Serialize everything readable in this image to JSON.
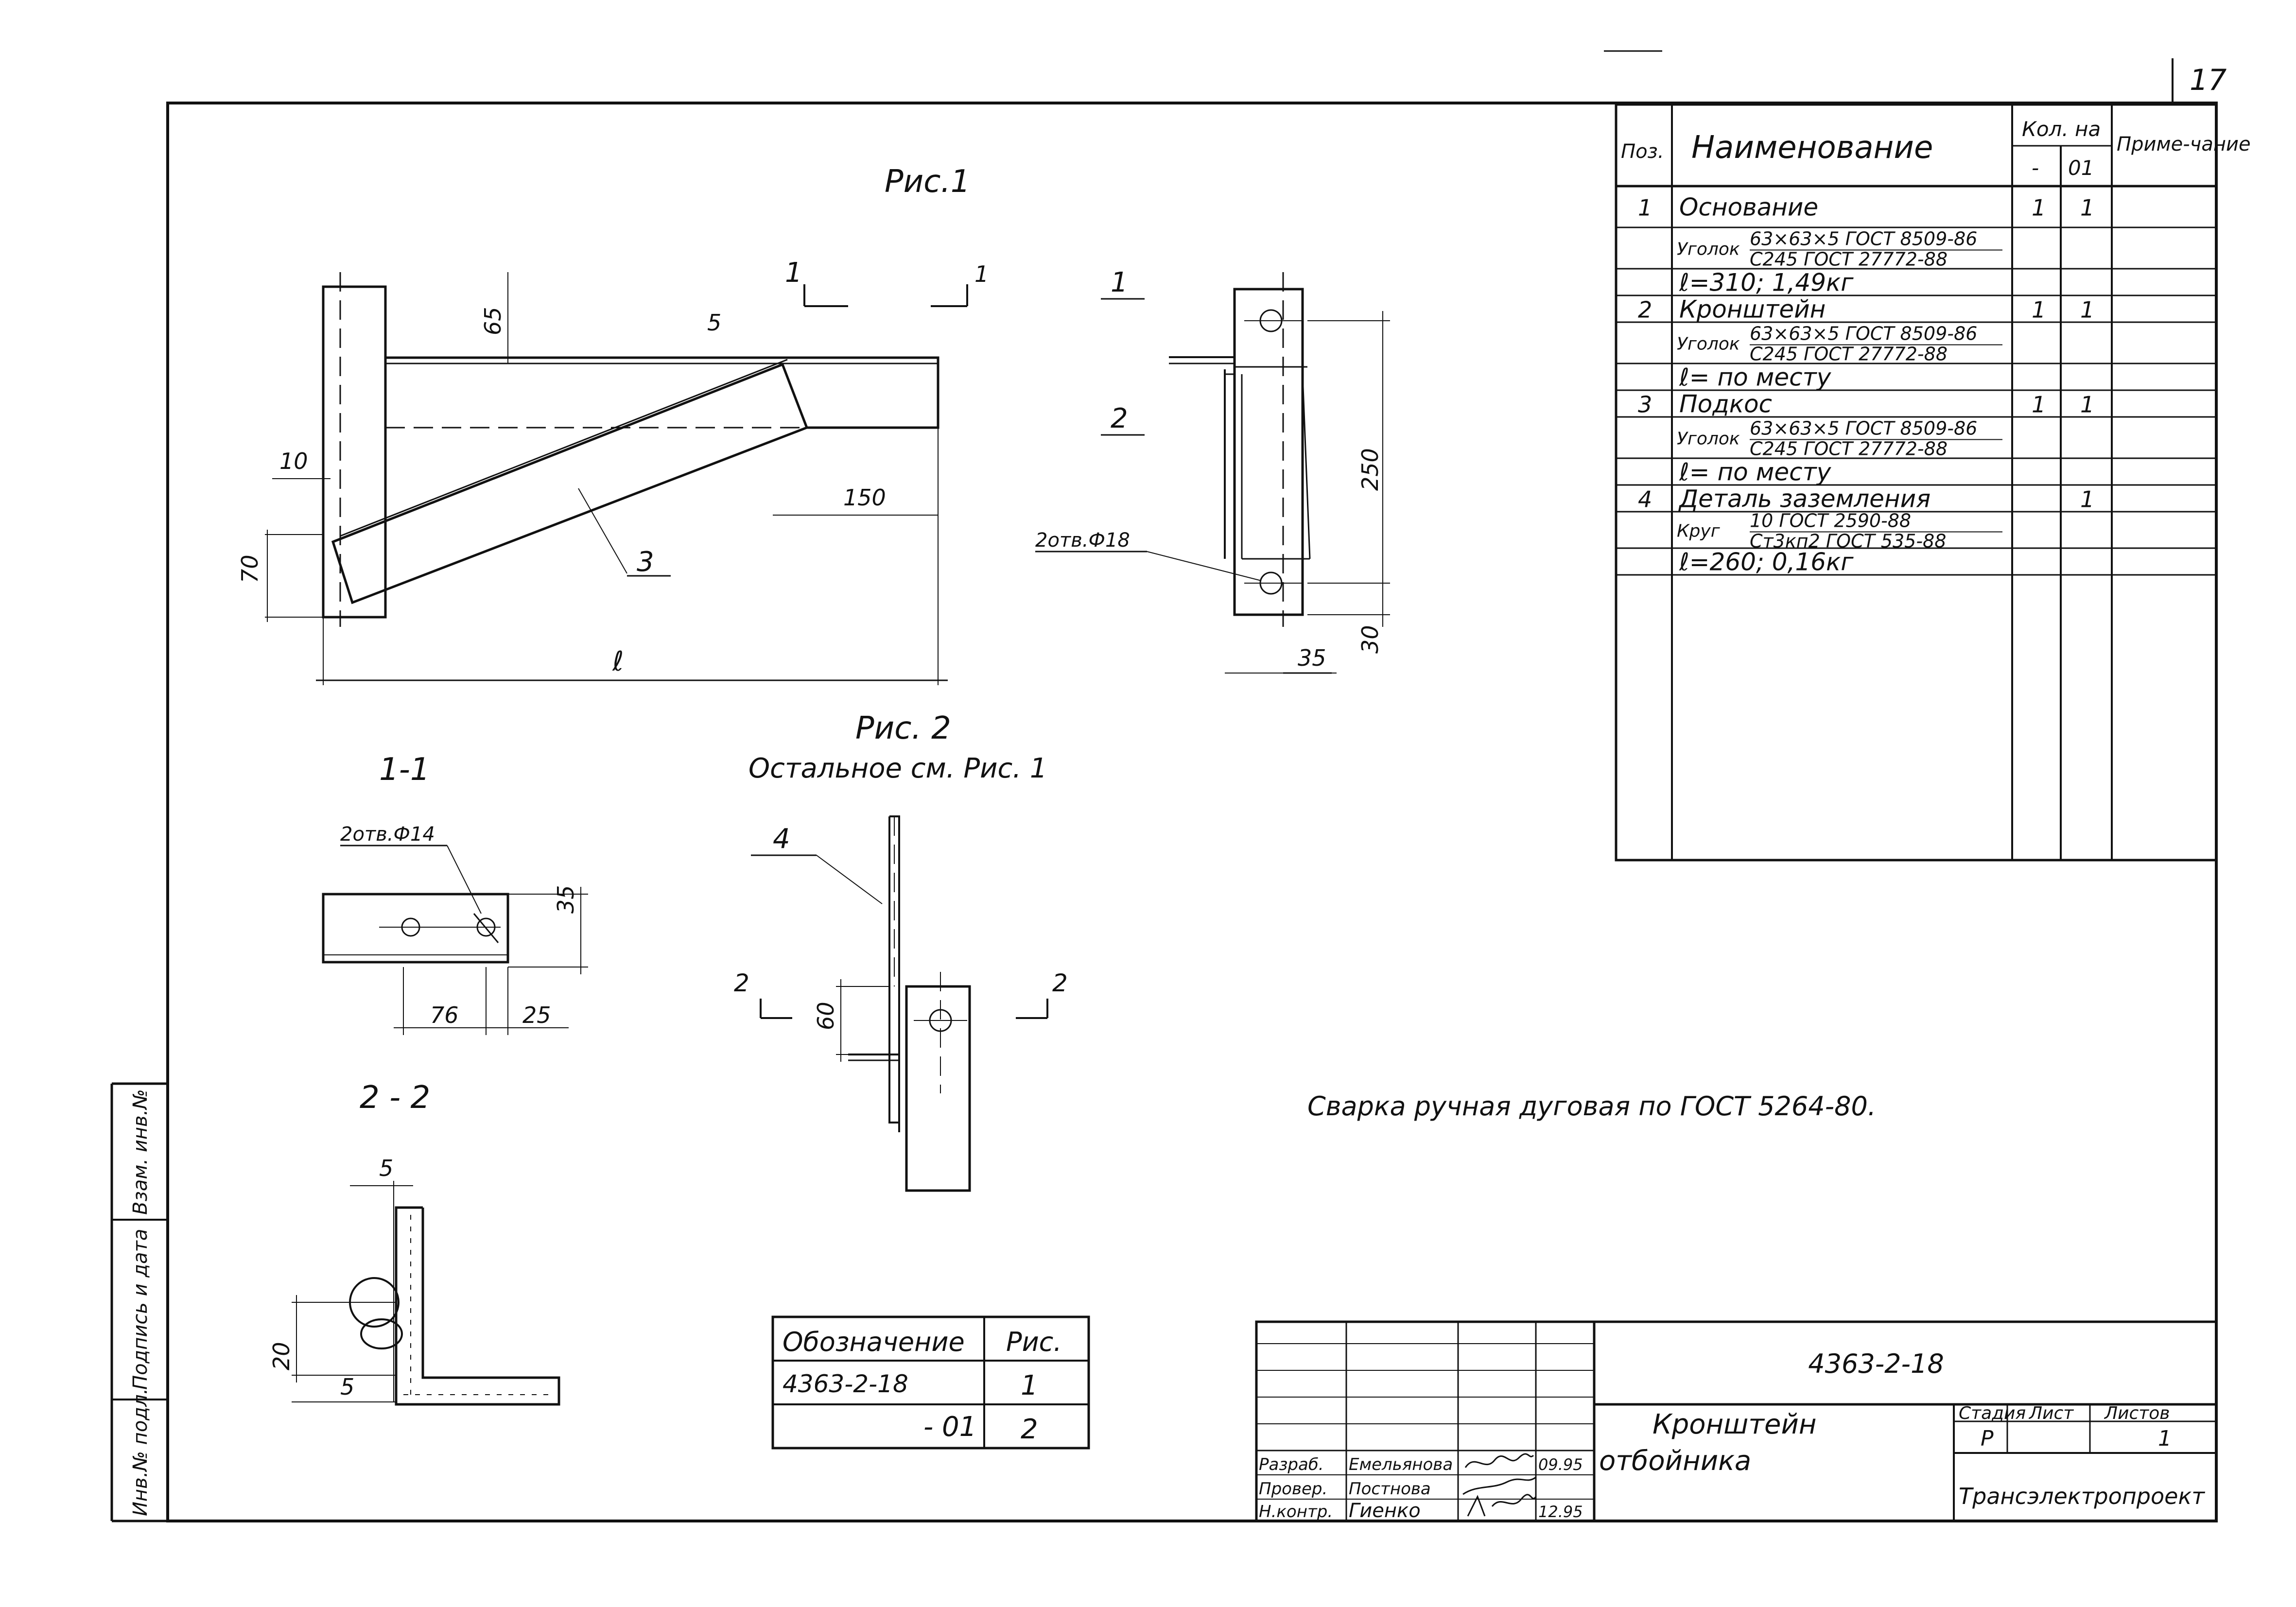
{
  "sheet_number": "17",
  "fig1": {
    "title": "Рис.1",
    "dims": {
      "d65": "65",
      "d5": "5",
      "d10": "10",
      "d70": "70",
      "d150": "150",
      "l": "ℓ",
      "d250": "250",
      "d30": "30",
      "d35": "35"
    },
    "labels": {
      "pos1": "1",
      "pos2": "2",
      "pos3": "3",
      "sec1_left": "1",
      "sec1_right": "1",
      "holes": "2отв.Ф18"
    }
  },
  "section_1_1": {
    "title": "1-1",
    "holes": "2отв.Ф14",
    "dims": {
      "d35": "35",
      "d76": "76",
      "d25": "25"
    }
  },
  "section_2_2": {
    "title": "2 - 2",
    "dims": {
      "d5_top": "5",
      "d5_left": "5",
      "d20": "20"
    }
  },
  "fig2": {
    "title": "Рис. 2",
    "subtitle": "Остальное см. Рис. 1",
    "labels": {
      "pos4": "4",
      "sec2_left": "2",
      "sec2_right": "2",
      "d60": "60"
    }
  },
  "welding_note": "Сварка ручная дуговая по ГОСТ 5264-80.",
  "spec_table": {
    "headers": {
      "pos": "Поз.",
      "name": "Наименование",
      "qty": "Кол. на",
      "qty_a": "-",
      "qty_b": "01",
      "note": "Приме-чание"
    },
    "rows": [
      {
        "pos": "1",
        "name": "Основание",
        "q1": "1",
        "q2": "1"
      },
      {
        "pos": "",
        "name_a": "Уголок",
        "name_b": "63×63×5 ГОСТ 8509-86",
        "name_c": "С245  ГОСТ 27772-88",
        "q1": "",
        "q2": ""
      },
      {
        "pos": "",
        "name": "ℓ=310; 1,49кг",
        "q1": "",
        "q2": ""
      },
      {
        "pos": "2",
        "name": "Кронштейн",
        "q1": "1",
        "q2": "1"
      },
      {
        "pos": "",
        "name_a": "Уголок",
        "name_b": "63×63×5 ГОСТ 8509-86",
        "name_c": "С245  ГОСТ 27772-88",
        "q1": "",
        "q2": ""
      },
      {
        "pos": "",
        "name": "ℓ= по месту",
        "q1": "",
        "q2": ""
      },
      {
        "pos": "3",
        "name": "Подкос",
        "q1": "1",
        "q2": "1"
      },
      {
        "pos": "",
        "name_a": "Уголок",
        "name_b": "63×63×5 ГОСТ 8509-86",
        "name_c": "С245  ГОСТ 27772-88",
        "q1": "",
        "q2": ""
      },
      {
        "pos": "",
        "name": "ℓ= по месту",
        "q1": "",
        "q2": ""
      },
      {
        "pos": "4",
        "name": "Деталь заземления",
        "q1": "",
        "q2": "1"
      },
      {
        "pos": "",
        "name_a": "Круг",
        "name_b": "10 ГОСТ 2590-88",
        "name_c": "Ст3кп2 ГОСТ 535-88",
        "q1": "",
        "q2": ""
      },
      {
        "pos": "",
        "name": "ℓ=260; 0,16кг",
        "q1": "",
        "q2": ""
      }
    ]
  },
  "designation_table": {
    "headers": {
      "designation": "Обозначение",
      "fig": "Рис."
    },
    "rows": [
      {
        "designation": "4363-2-18",
        "fig": "1"
      },
      {
        "designation": "- 01",
        "fig": "2"
      }
    ]
  },
  "title_block": {
    "doc_code": "4363-2-18",
    "title_line1": "Кронштейн",
    "title_line2": "отбойника",
    "stage_label": "Стадия",
    "sheet_label": "Лист",
    "sheets_label": "Листов",
    "stage": "Р",
    "sheets": "1",
    "organization": "Трансэлектропроект",
    "people": [
      {
        "role": "Разраб.",
        "name": "Емельянова",
        "date": "09.95"
      },
      {
        "role": "Провер.",
        "name": "Постнова",
        "date": ""
      },
      {
        "role": "Н.контр.",
        "name": "Гиенко",
        "date": "12.95"
      }
    ]
  },
  "side_stamp": {
    "inv_orig": "Инв.№ подл.",
    "sign_date": "Подпись и дата",
    "inv_repl": "Взам. инв.№"
  }
}
